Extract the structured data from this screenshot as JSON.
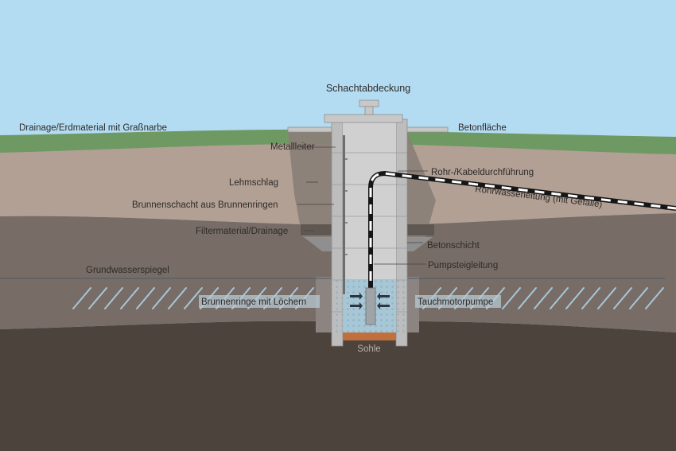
{
  "diagram": {
    "labels": {
      "manhole_cover": "Schachtabdeckung",
      "drainage_soil": "Drainage/Erdmaterial mit Graßnarbe",
      "concrete_surface": "Betonfläche",
      "metal_ladder": "Metallleiter",
      "clay_seal": "Lehmschlag",
      "conduit": "Rohr-/Kabeldurchführung",
      "pipe": "Rohrwasserleitung (mit Gefälle)",
      "well_shaft": "Brunnenschacht aus Brunnenringen",
      "filter_material": "Filtermaterial/Drainage",
      "concrete_layer": "Betonschicht",
      "riser_pipe": "Pumpsteigleitung",
      "groundwater_level": "Grundwasserspiegel",
      "perforated_rings": "Brunnenringe mit Löchern",
      "submersible_pump": "Tauchmotorpumpe",
      "well_floor": "Sohle"
    },
    "colors": {
      "sky": "#b3dcf3",
      "grass": "#6f9962",
      "topsoil": "#b2a095",
      "clay": "#8a7f77",
      "subsoil": "#776d66",
      "bedrock": "#4d433d",
      "concrete": "#c9c9c9",
      "water": "#a8c7d6",
      "gravel": "#c0703c",
      "hatch": "#a9c6d8"
    }
  }
}
